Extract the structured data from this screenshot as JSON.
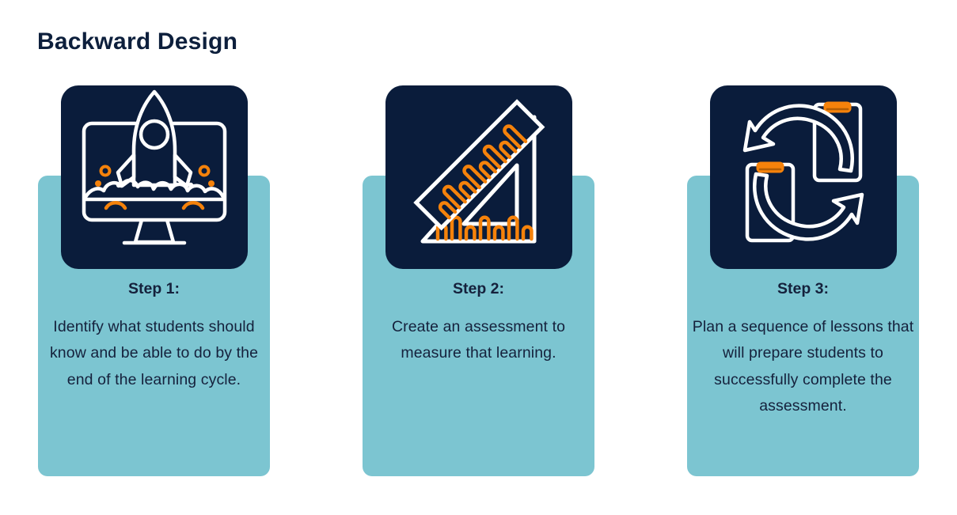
{
  "page": {
    "title": "Backward Design",
    "background_color": "#ffffff"
  },
  "colors": {
    "navy": "#0a1c3b",
    "teal": "#7cc5d1",
    "orange": "#f5820b",
    "text_navy": "#15213c",
    "white": "#ffffff"
  },
  "cards": [
    {
      "icon_name": "rocket-launch-monitor-icon",
      "step_label": "Step 1:",
      "description": "Identify what students should know and be able to do by the end of the learning cycle."
    },
    {
      "icon_name": "ruler-set-square-icon",
      "step_label": "Step 2:",
      "description": "Create an assessment to measure that learning."
    },
    {
      "icon_name": "cycle-clipboards-icon",
      "step_label": "Step 3:",
      "description": "Plan a sequence of lessons that will prepare students to successfully complete the assessment."
    }
  ]
}
